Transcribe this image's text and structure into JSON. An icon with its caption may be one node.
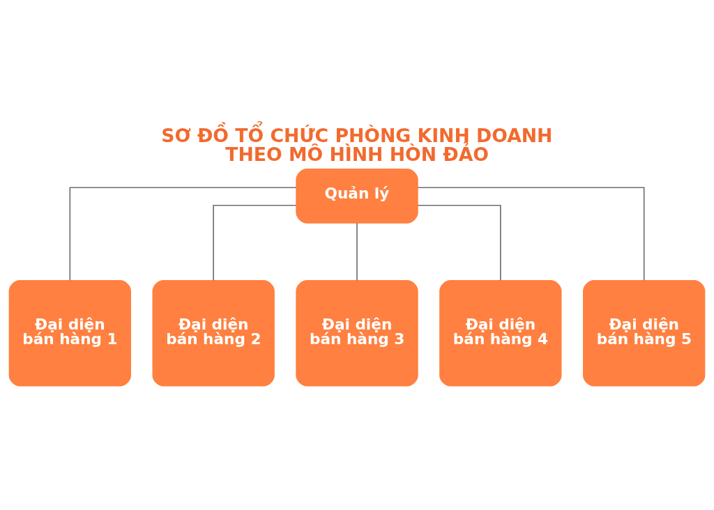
{
  "diagram": {
    "title": "SƠ ĐỒ TỔ CHỨC PHÒNG KINH DOANH THEO MÔ HÌNH HÒN ĐẢO",
    "nodes": [
      {
        "text": [
          "Quản lý"
        ]
      },
      {
        "text": [
          "Đại diện bán hàng 1"
        ]
      },
      {
        "text": [
          "Đại diện bán hàng 2"
        ]
      },
      {
        "text": [
          "Đại diện bán hàng 3"
        ]
      },
      {
        "text": [
          "Đại diện bán hàng 4"
        ]
      },
      {
        "text": [
          "Đại diện bán hàng 5"
        ]
      }
    ],
    "edges": [
      {
        "from": 0,
        "to": 1,
        "arrow": "none"
      },
      {
        "from": 0,
        "to": 2,
        "arrow": "none"
      },
      {
        "from": 0,
        "to": 3,
        "arrow": "none"
      },
      {
        "from": 0,
        "to": 4,
        "arrow": "none"
      },
      {
        "from": 0,
        "to": 5,
        "arrow": "none"
      }
    ]
  }
}
